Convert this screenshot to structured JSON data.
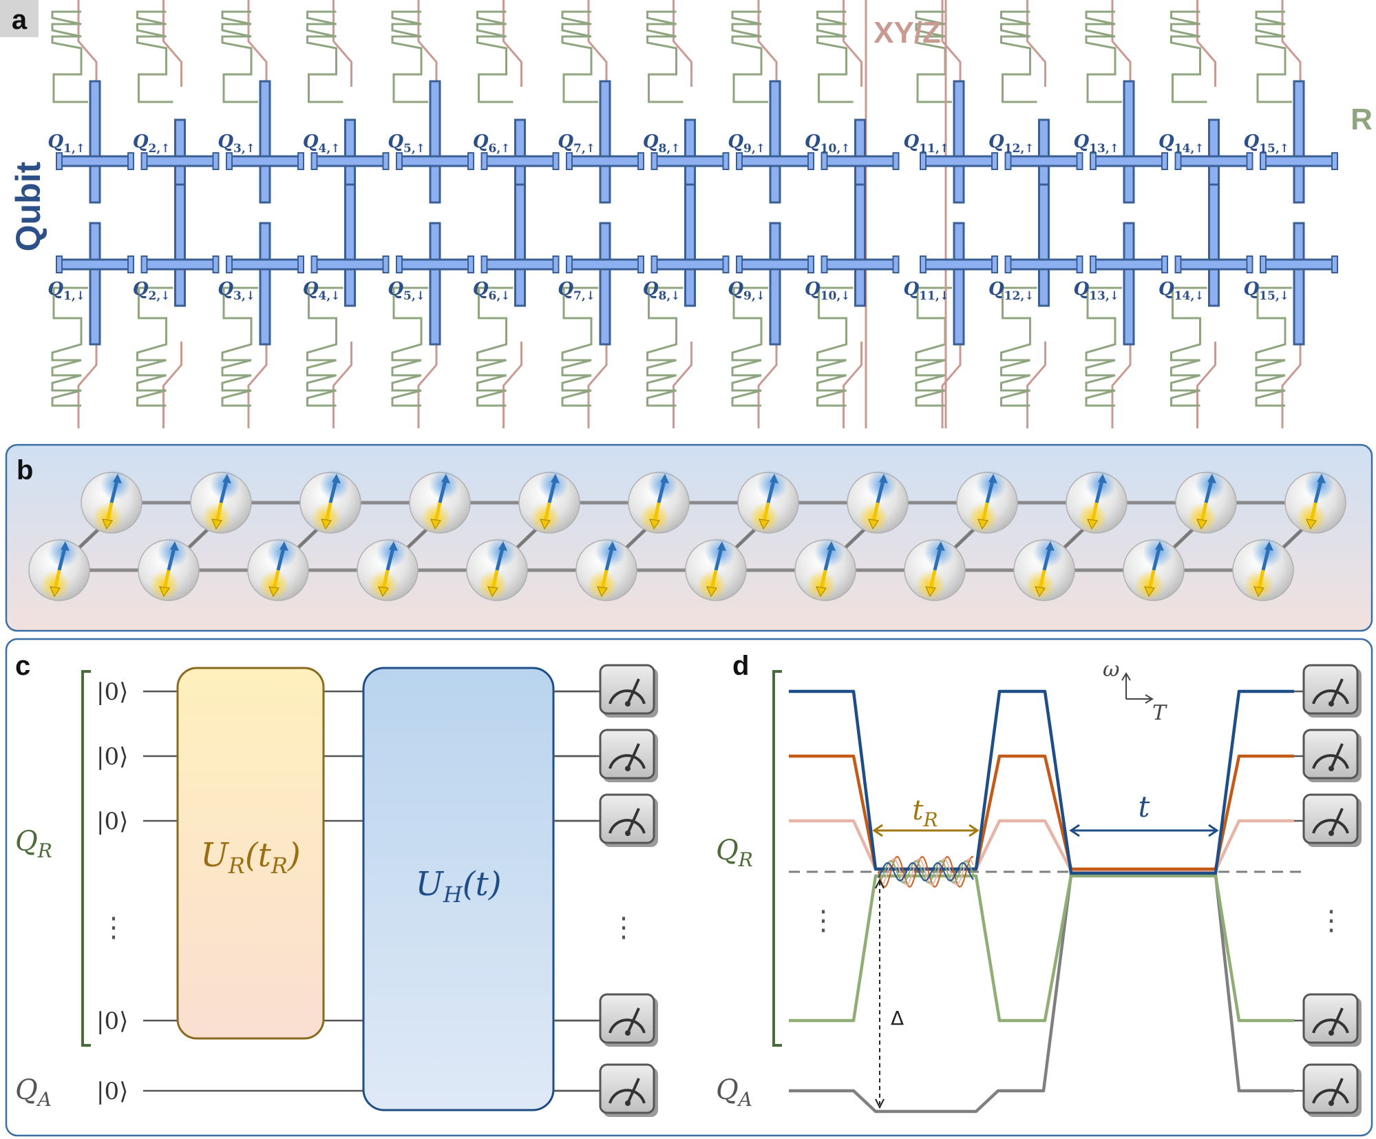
{
  "panels": {
    "a": "a",
    "b": "b",
    "c": "c",
    "d": "d"
  },
  "panel_a": {
    "label_control": "XY/Z",
    "label_readout": "R",
    "label_qubit": "Qubit",
    "qubits_up": [
      "1,↑",
      "2,↑",
      "3,↑",
      "4,↑",
      "5,↑",
      "6,↑",
      "7,↑",
      "8,↑",
      "9,↑",
      "10,↑",
      "11,↑",
      "12,↑",
      "13,↑",
      "14,↑",
      "15,↑"
    ],
    "qubits_down": [
      "1,↓",
      "2,↓",
      "3,↓",
      "4,↓",
      "5,↓",
      "6,↓",
      "7,↓",
      "8,↓",
      "9,↓",
      "10,↓",
      "11,↓",
      "12,↓",
      "13,↓",
      "14,↓",
      "15,↓"
    ],
    "qubit_letter": "Q",
    "colors": {
      "qubit": "#8fb0f0",
      "qubit_stroke": "#3a5f94",
      "control_line": "#c99a92",
      "readout_line": "#8fa57f"
    }
  },
  "panel_b": {
    "top_row_count": 12,
    "bottom_row_count": 12
  },
  "panel_c": {
    "group_label": "Q",
    "group_sub": "R",
    "ancilla_label": "Q",
    "ancilla_sub": "A",
    "ket": "|0⟩",
    "gate_reset": "U",
    "gate_reset_sub": "R",
    "gate_reset_arg": "(t",
    "gate_reset_arg_sub": "R",
    "gate_reset_close": ")",
    "gate_evolve": "U",
    "gate_evolve_sub": "H",
    "gate_evolve_arg": "(t)",
    "dots": "⋮"
  },
  "panel_d": {
    "group_label": "Q",
    "group_sub": "R",
    "ancilla_label": "Q",
    "ancilla_sub": "A",
    "axis_y": "ω",
    "axis_x": "T",
    "t_r": "t",
    "t_r_sub": "R",
    "t": "t",
    "delta": "Δ",
    "dots": "⋮",
    "colors": {
      "blue": "#1f4e87",
      "orange": "#c45a17",
      "pink": "#e7b4a8",
      "green": "#8fad74",
      "gray": "#7f7f7f"
    }
  }
}
